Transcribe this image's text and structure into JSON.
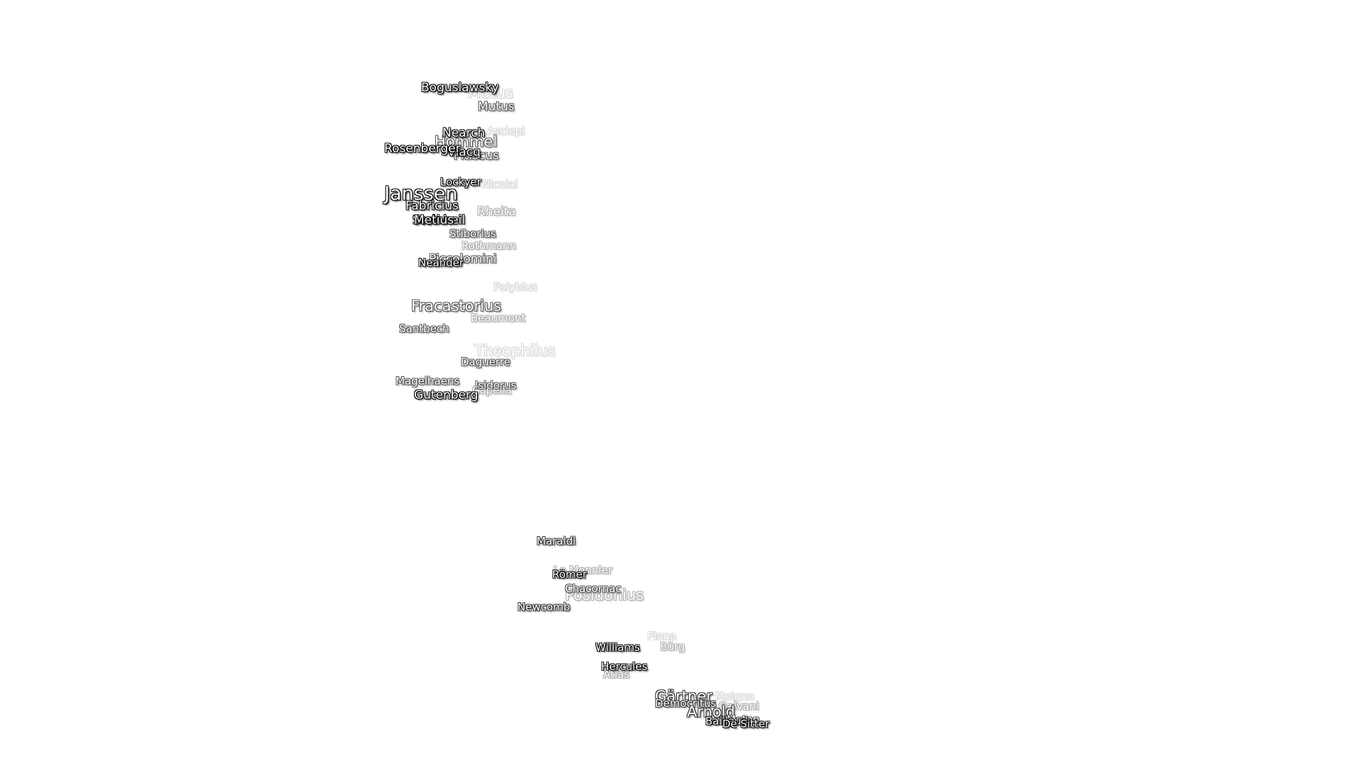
{
  "map": {
    "labels": [
      "Boguslawsky",
      "Mutus",
      "Mutus",
      "Nearch",
      "Hommel",
      "Asclepi",
      "Rosenberger",
      "Vlacq",
      "Pitiscus",
      "Lockyer",
      "Nicolai",
      "Janssen",
      "Fabricius",
      "Metius",
      "Steinheil",
      "Rheita",
      "Stiborius",
      "Rothmann",
      "Piccolomini",
      "Neander",
      "Polybius",
      "Fracastorius",
      "Beaumont",
      "Santbech",
      "Theophilus",
      "Daguerre",
      "Magelhaens",
      "Isidorus",
      "Capella",
      "Gutenberg",
      "Maraldi",
      "Le Monnier",
      "Römer",
      "Chacornac",
      "Posidonius",
      "Newcomb",
      "Plana",
      "Bürg",
      "Williams",
      "Hercules",
      "Atlas",
      "Gärtner",
      "Moigno",
      "Democritus",
      "Galvani",
      "Arnold",
      "Baillaud",
      "Meton",
      "De Sitter"
    ]
  }
}
